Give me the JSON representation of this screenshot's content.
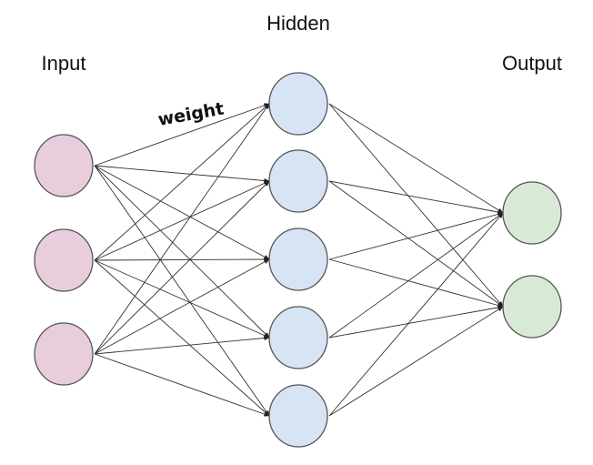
{
  "labels": {
    "input": "Input",
    "hidden": "Hidden",
    "output": "Output",
    "weight": "weight"
  },
  "layers": [
    {
      "name": "input",
      "count": 3,
      "fill": "#e8cddd"
    },
    {
      "name": "hidden",
      "count": 5,
      "fill": "#d6e4f4"
    },
    {
      "name": "output",
      "count": 2,
      "fill": "#d8ead5"
    }
  ],
  "colors": {
    "edge": "#333333",
    "node_stroke": "#555555"
  }
}
